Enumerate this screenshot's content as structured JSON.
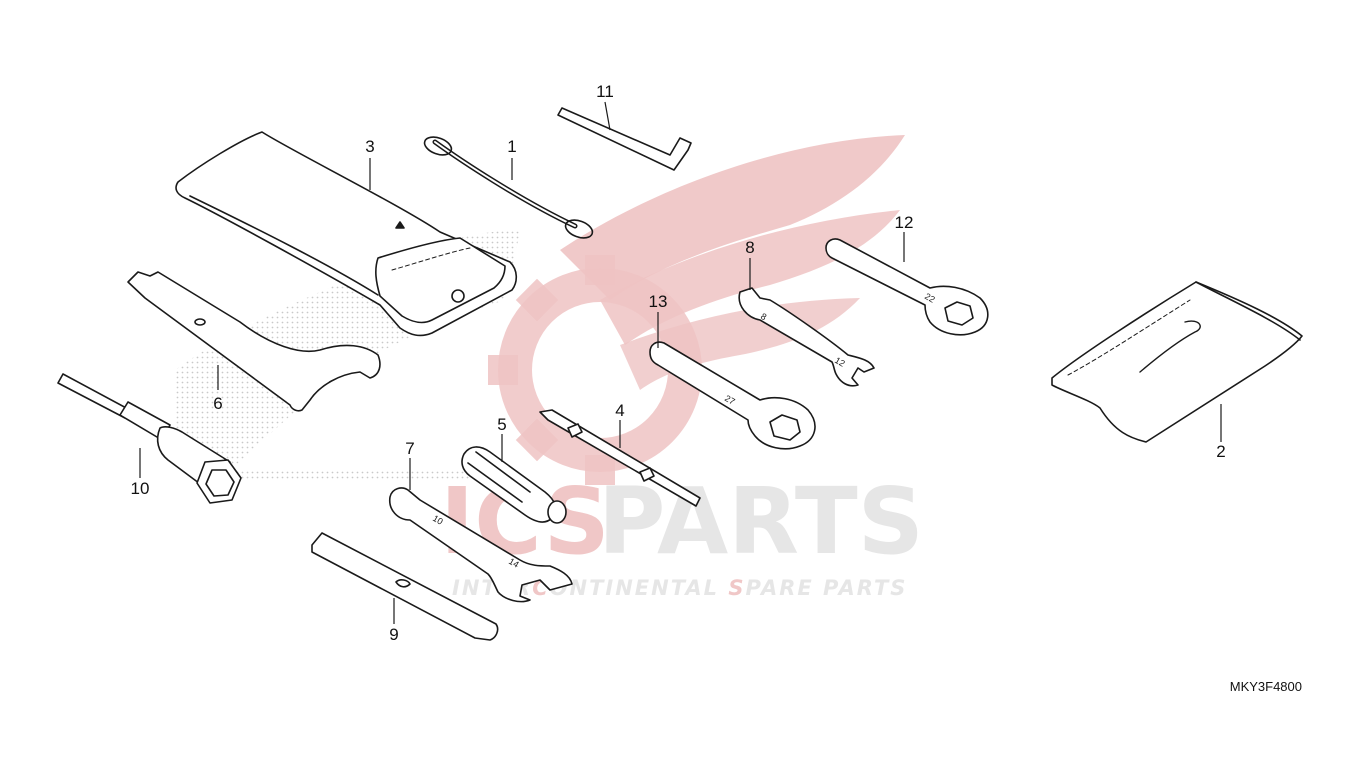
{
  "watermark": {
    "text_ics": "ICS",
    "text_parts": "PARTS",
    "subtitle_a": "INTER",
    "subtitle_b": "C",
    "subtitle_c": "ONTINENTAL ",
    "subtitle_d": "S",
    "subtitle_e": "PARE PARTS",
    "colors": {
      "red": "#e7b6b6",
      "gray": "#e1e1e1"
    }
  },
  "diagram_code": "MKY3F4800",
  "callouts": {
    "p1": "1",
    "p2": "2",
    "p3": "3",
    "p4": "4",
    "p5": "5",
    "p6": "6",
    "p7": "7",
    "p8": "8",
    "p9": "9",
    "p10": "10",
    "p11": "11",
    "p12": "12",
    "p13": "13"
  },
  "wrench_marks": {
    "w7_a": "10",
    "w7_b": "14",
    "w8_a": "8",
    "w8_b": "12",
    "w12": "22",
    "w13": "27"
  },
  "colors": {
    "line": "#1a1a1a"
  }
}
